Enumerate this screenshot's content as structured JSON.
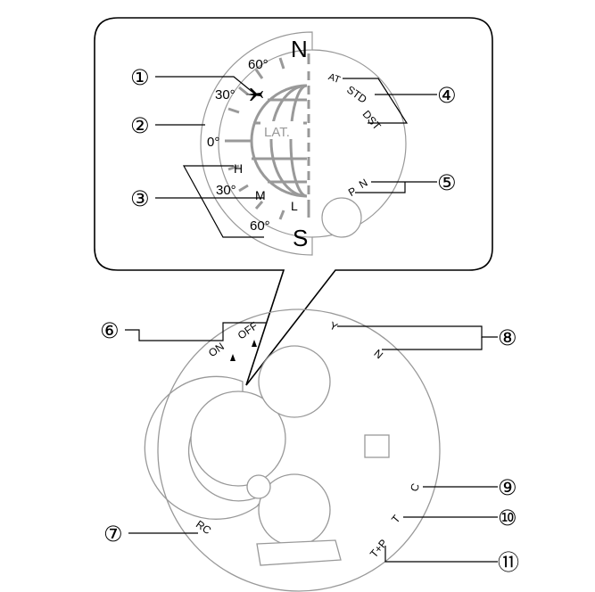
{
  "callouts": {
    "c1": "①",
    "c2": "②",
    "c3": "③",
    "c4": "④",
    "c5": "⑤",
    "c6": "⑥",
    "c7": "⑦",
    "c8": "⑧",
    "c9": "⑨",
    "c10": "⑩",
    "c11": "⑪"
  },
  "zoom": {
    "north": "N",
    "south": "S",
    "lat_60_top": "60°",
    "lat_30_top": "30°",
    "lat_0": "0°",
    "lat_30_bottom": "30°",
    "lat_60_bottom": "60°",
    "globe_label": "LAT.",
    "high": "H",
    "mid": "M",
    "low": "L",
    "at": "AT",
    "std": "STD",
    "dst": "DST",
    "p": "P",
    "n": "N"
  },
  "dial": {
    "on": "ON",
    "off": "OFF",
    "y": "Y",
    "n": "N",
    "rc": "RC",
    "c": "C",
    "t": "T",
    "tp": "T+P"
  },
  "icons": {
    "airplane": "airplane-icon",
    "arrow": "triangle-up-icon"
  }
}
